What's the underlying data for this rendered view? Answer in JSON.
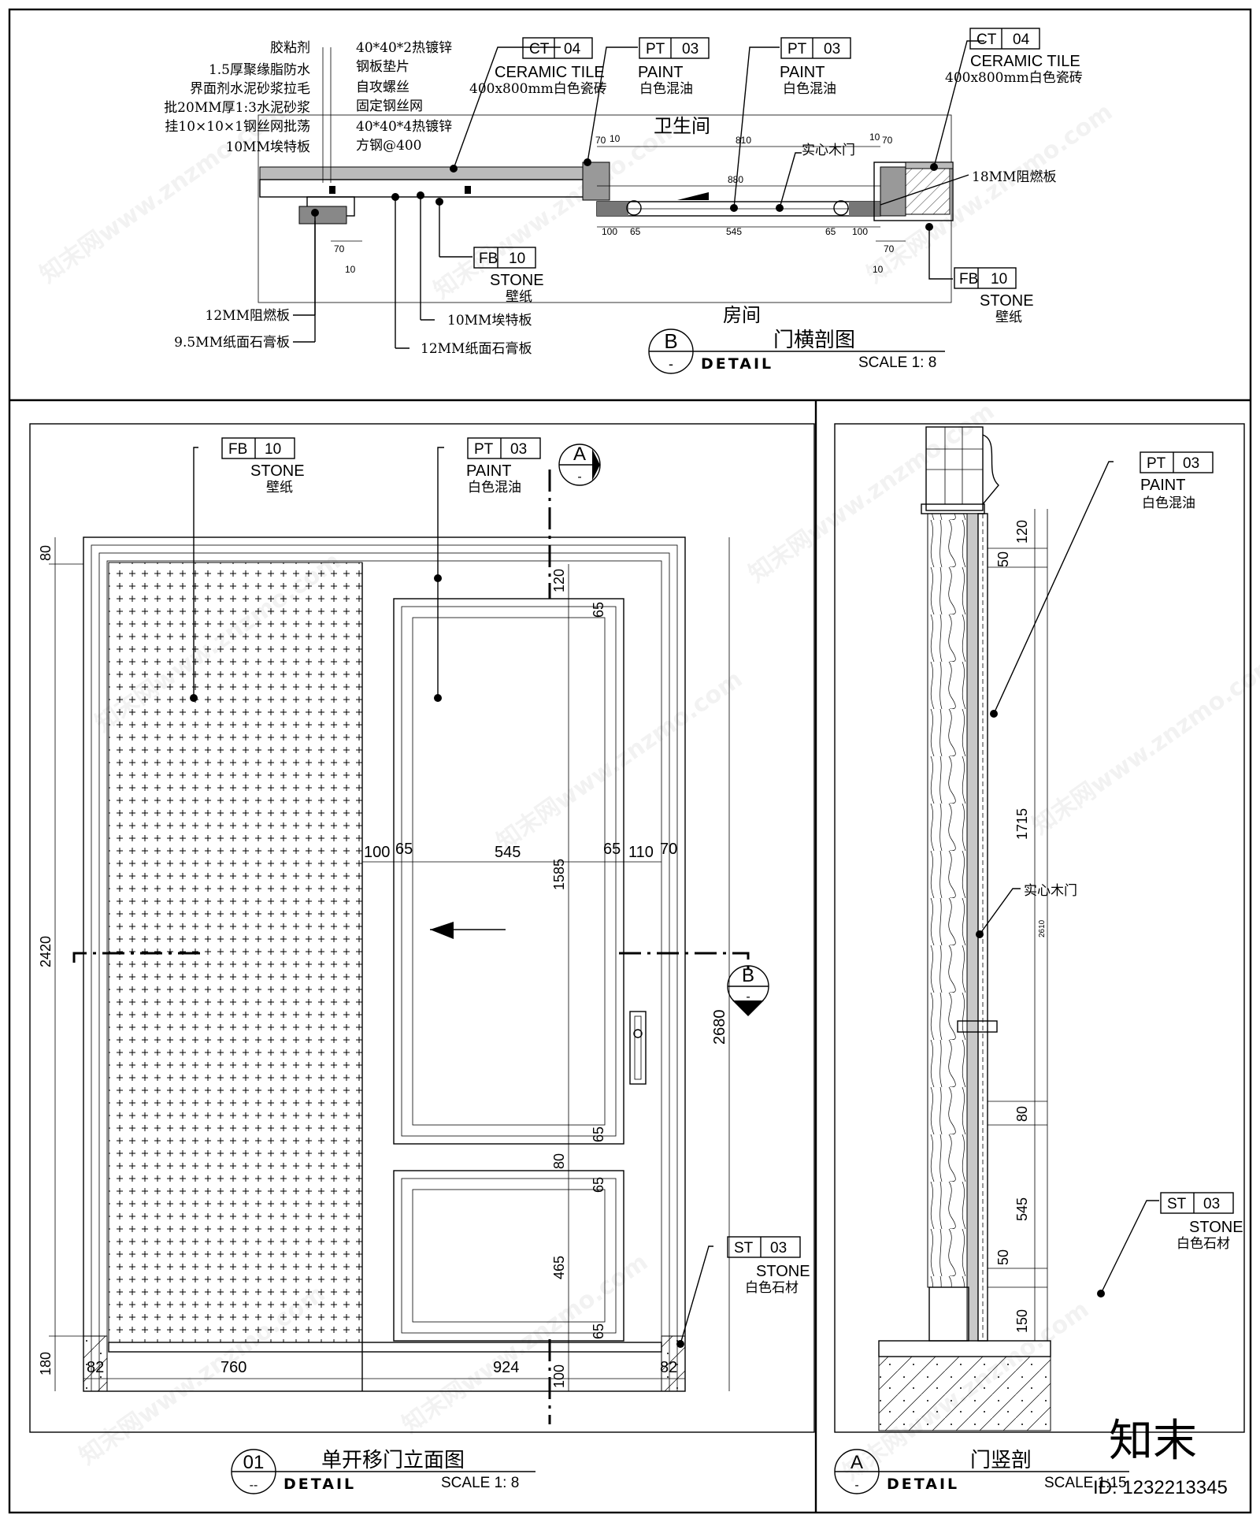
{
  "section_b": {
    "left_notes": [
      "胶粘剂",
      "1.5厚聚缘脂防水",
      "界面剂水泥砂浆拉毛",
      "批20MM厚1:3水泥砂浆",
      "挂10×10×1钢丝网批荡",
      "10MM埃特板"
    ],
    "mid_notes": [
      "40*40*2热镀锌",
      "钢板垫片",
      "自攻螺丝",
      "固定钢丝网",
      "40*40*4热镀锌",
      "方钢@400"
    ],
    "ct_left": {
      "code": "CT",
      "num": "04",
      "name": "CERAMIC TILE",
      "desc": "400x800mm白色瓷砖"
    },
    "pt_a": {
      "code": "PT",
      "num": "03",
      "name": "PAINT",
      "desc": "白色混油"
    },
    "pt_b": {
      "code": "PT",
      "num": "03",
      "name": "PAINT",
      "desc": "白色混油"
    },
    "ct_right": {
      "code": "CT",
      "num": "04",
      "name": "CERAMIC TILE",
      "desc": "400x800mm白色瓷砖"
    },
    "room_top": "卫生间",
    "room_bottom": "房间",
    "door_label": "实心木门",
    "fire_board_18": "18MM阻燃板",
    "fb_mid": {
      "code": "FB",
      "num": "10",
      "name": "STONE",
      "desc": "壁纸"
    },
    "fb_right": {
      "code": "FB",
      "num": "10",
      "name": "STONE",
      "desc": "壁纸"
    },
    "bottom_notes": [
      "12MM阻燃板",
      "9.5MM纸面石膏板"
    ],
    "bottom_notes2": [
      "10MM埃特板",
      "12MM纸面石膏板"
    ],
    "dims_top": [
      "70",
      "10",
      "810",
      "10",
      "70"
    ],
    "dim_880": "880",
    "dims_bottom": [
      "100",
      "65",
      "545",
      "65",
      "100"
    ],
    "dims_left_small": [
      "70",
      "10"
    ],
    "dims_right_small": [
      "70",
      "10"
    ],
    "title": {
      "marker": "B",
      "sub": "-",
      "name": "门横剖图",
      "detail": "DETAIL",
      "scale": "SCALE 1: 8"
    }
  },
  "elevation": {
    "fb": {
      "code": "FB",
      "num": "10",
      "name": "STONE",
      "desc": "壁纸"
    },
    "pt": {
      "code": "PT",
      "num": "03",
      "name": "PAINT",
      "desc": "白色混油"
    },
    "st": {
      "code": "ST",
      "num": "03",
      "name": "STONE",
      "desc": "白色石材"
    },
    "marker_a": {
      "letter": "A",
      "sub": "-"
    },
    "marker_b": {
      "letter": "B",
      "sub": "-"
    },
    "dims_left": [
      "80",
      "2420",
      "180"
    ],
    "dims_mid": [
      "120",
      "65",
      "1585",
      "65",
      "80",
      "65",
      "465",
      "65",
      "100"
    ],
    "dims_h": [
      "100",
      "65",
      "545",
      "65",
      "110",
      "70"
    ],
    "dim_2680": "2680",
    "dims_bottom": [
      "82",
      "760",
      "924",
      "82"
    ],
    "title": {
      "marker": "01",
      "sub": "--",
      "name": "单开移门立面图",
      "detail": "DETAIL",
      "scale": "SCALE 1: 8"
    }
  },
  "vertical": {
    "pt": {
      "code": "PT",
      "num": "03",
      "name": "PAINT",
      "desc": "白色混油"
    },
    "st": {
      "code": "ST",
      "num": "03",
      "name": "STONE",
      "desc": "白色石材"
    },
    "door_label": "实心木门",
    "dims": [
      "120",
      "50",
      "1715",
      "80",
      "545",
      "50",
      "150"
    ],
    "dim_2610": "2610",
    "title": {
      "marker": "A",
      "sub": "-",
      "name": "门竖剖",
      "detail": "DETAIL",
      "scale": "SCALE 1:15"
    }
  },
  "footer": {
    "logo": "知末",
    "id": "ID: 1232213345"
  }
}
